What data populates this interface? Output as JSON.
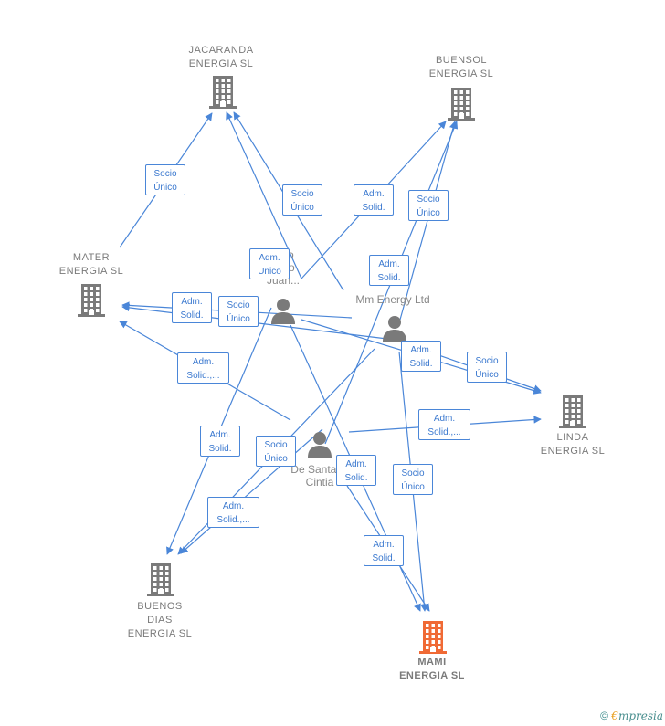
{
  "companies": {
    "jacaranda": "JACARANDA\nENERGIA SL",
    "buensol": "BUENSOL\nENERGIA SL",
    "mater": "MATER\nENERGIA SL",
    "linda": "LINDA\nENERGIA SL",
    "buenos_dias": "BUENOS\nDIAS\nENERGIA SL",
    "mami": "MAMI\nENERGIA SL"
  },
  "persons": {
    "person_1": "...no\n...sio\nJuan...",
    "mm_energy": "Mm Energy Ltd",
    "de_santana": "De Santana\nCintia"
  },
  "edge_labels": {
    "l1": "Socio\nÚnico",
    "l2": "Socio\nÚnico",
    "l3": "Adm.\nSolid.",
    "l4": "Socio\nÚnico",
    "l5": "Adm.\nUnico",
    "l6": "Adm.\nSolid.",
    "l7": "Adm.\nSolid.",
    "l8": "Socio\nÚnico",
    "l9": "Adm.\nSolid.",
    "l10": "Socio\nÚnico",
    "l11": "Adm.\nSolid.,...",
    "l12": "Adm.\nSolid.,...",
    "l13": "Adm.\nSolid.",
    "l14": "Socio\nÚnico",
    "l15": "Adm.\nSolid.",
    "l16": "Socio\nÚnico",
    "l17": "Adm.\nSolid.,...",
    "l18": "Adm.\nSolid."
  },
  "colors": {
    "edge": "#4a86d8",
    "building": "#7a7a7a",
    "building_main": "#f06a35",
    "person": "#7a7a7a"
  },
  "footer": {
    "copyright": "©",
    "brand_first": "€",
    "brand_rest": "mpresia"
  }
}
